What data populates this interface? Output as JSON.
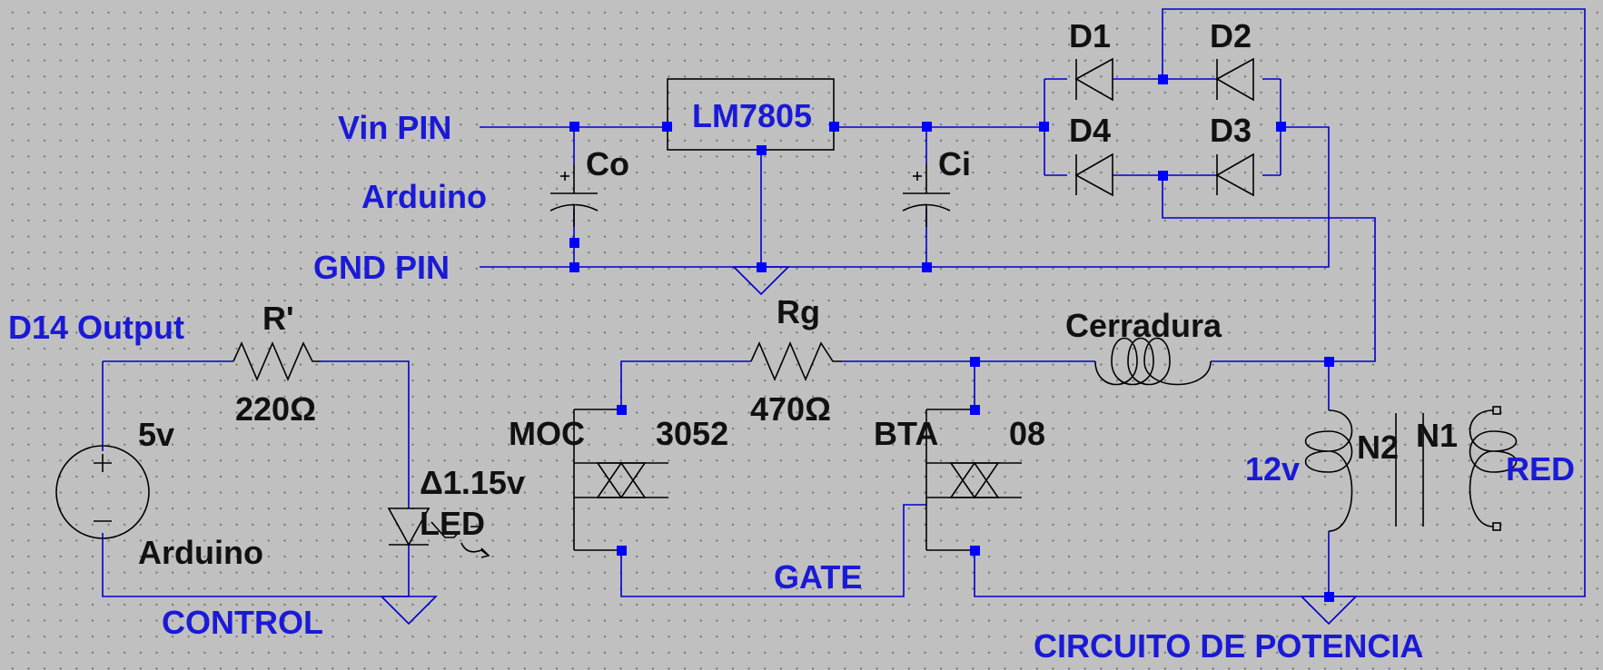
{
  "net_labels": {
    "vin_pin": "Vin PIN",
    "arduino_supply": "Arduino",
    "gnd_pin": "GND PIN",
    "d14_output": "D14 Output",
    "control": "CONTROL",
    "gate": "GATE",
    "transformer_secondary": "12v",
    "mains": "RED",
    "power_section": "CIRCUITO DE POTENCIA"
  },
  "components": {
    "regulator": "LM7805",
    "output_cap": "Co",
    "input_cap": "Ci",
    "diode_1": "D1",
    "diode_2": "D2",
    "diode_3": "D3",
    "diode_4": "D4",
    "resistor_led": "R'",
    "resistor_led_value": "220Ω",
    "resistor_gate": "Rg",
    "resistor_gate_value": "470Ω",
    "source_voltage": "5v",
    "source_name": "Arduino",
    "led_drop": "Δ1.15v",
    "led_name": "LED",
    "optotriac_name": "MOC",
    "optotriac_value": "3052",
    "triac_name": "BTA",
    "triac_value": "08",
    "lock_coil": "Cerradura",
    "winding_secondary": "N2",
    "winding_primary": "N1"
  },
  "colors": {
    "background": "#c0c0c0",
    "wire": "#0000cc",
    "junction": "#0000ff",
    "component": "#000000",
    "net_label": "#1a1ad6"
  }
}
